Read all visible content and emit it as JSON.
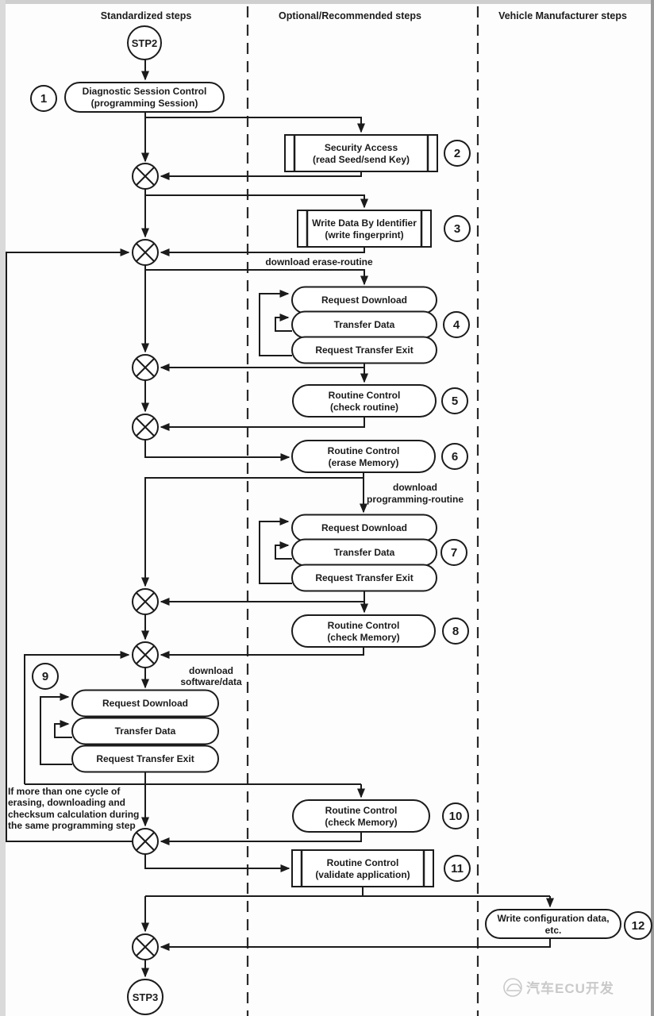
{
  "frame": {
    "columns": [
      {
        "title": "Standardized steps"
      },
      {
        "title": "Optional/Recommended steps"
      },
      {
        "title": "Vehicle Manufacturer steps"
      }
    ]
  },
  "terminals": {
    "start": "STP2",
    "end": "STP3"
  },
  "nodes": {
    "s1": {
      "num": "1",
      "line1": "Diagnostic Session Control",
      "line2": "(programming Session)"
    },
    "s2": {
      "num": "2",
      "line1": "Security Access",
      "line2": "(read Seed/send Key)"
    },
    "s3": {
      "num": "3",
      "line1": "Write Data By Identifier",
      "line2": "(write fingerprint)"
    },
    "s4": {
      "num": "4",
      "items": [
        "Request Download",
        "Transfer Data",
        "Request Transfer Exit"
      ]
    },
    "s5": {
      "num": "5",
      "line1": "Routine Control",
      "line2": "(check routine)"
    },
    "s6": {
      "num": "6",
      "line1": "Routine Control",
      "line2": "(erase Memory)"
    },
    "s7": {
      "num": "7",
      "items": [
        "Request Download",
        "Transfer Data",
        "Request Transfer Exit"
      ]
    },
    "s8": {
      "num": "8",
      "line1": "Routine Control",
      "line2": "(check Memory)"
    },
    "s9": {
      "num": "9",
      "items": [
        "Request Download",
        "Transfer Data",
        "Request Transfer Exit"
      ]
    },
    "s10": {
      "num": "10",
      "line1": "Routine Control",
      "line2": "(check Memory)"
    },
    "s11": {
      "num": "11",
      "line1": "Routine Control",
      "line2": "(validate application)"
    },
    "s12": {
      "num": "12",
      "line1": "Write configuration data,",
      "line2": "etc."
    }
  },
  "edge_labels": {
    "erase": "download erase-routine",
    "prog1": "download",
    "prog2": "programming-routine",
    "sw1": "download",
    "sw2": "software/data"
  },
  "note": {
    "lines": [
      "If more than one cycle of",
      "erasing, downloading and",
      "checksum calculation during",
      "the same programming step"
    ]
  },
  "watermark": {
    "text": "汽车ECU开发"
  },
  "colors": {
    "line": "#1b1b1b",
    "watermark": "#c9c9c9"
  }
}
